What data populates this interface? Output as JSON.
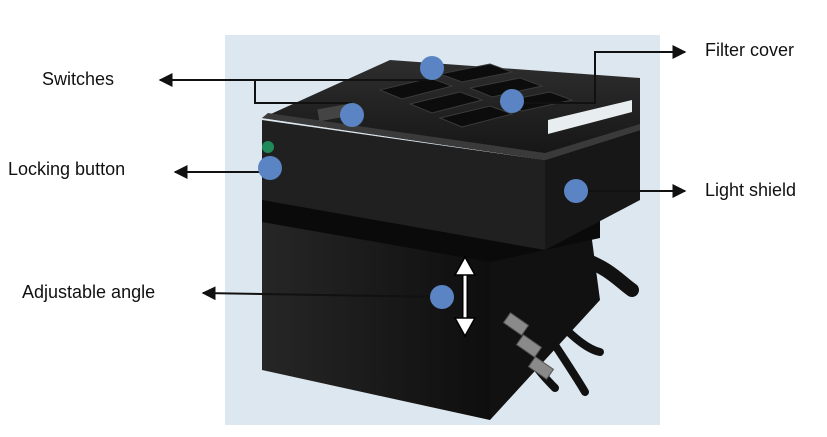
{
  "labels": {
    "switches": "Switches",
    "locking_button": "Locking button",
    "adjustable_angle": "Adjustable angle",
    "filter_cover": "Filter cover",
    "light_shield": "Light shield"
  },
  "colors": {
    "photo_background": "#dde7ef",
    "device_body": "#1c1c1c",
    "device_highlight": "#3a3a3a",
    "marker": "#5b84c4",
    "arrow": "#111111",
    "text": "#111111",
    "locking_button_green": "#1f8a5a"
  },
  "icons": {
    "marker": "blue-dot-marker-icon",
    "angle": "double-headed-arrow-icon"
  }
}
